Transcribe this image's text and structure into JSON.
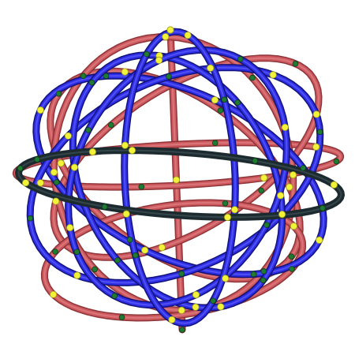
{
  "scene": {
    "background": "#ffffff",
    "colors": {
      "red_tube": "#cd5a5f",
      "red_tube_dark": "#8e3438",
      "red_tube_light": "#e58d90",
      "blue_tube": "#2e2ee6",
      "blue_tube_dark": "#12127a",
      "blue_tube_light": "#6d6dff",
      "dark_tube": "#1c2b2f",
      "joint_yellow": "#f2f23a",
      "joint_green": "#1f7a32"
    },
    "tubes": [
      {
        "id": "red-vertical-axis",
        "color": "red"
      },
      {
        "id": "red-equator-ellipse",
        "color": "red"
      },
      {
        "id": "red-tilted-ellipse-1",
        "color": "red"
      },
      {
        "id": "red-tilted-ellipse-2",
        "color": "red"
      },
      {
        "id": "red-tilted-ellipse-3",
        "color": "red"
      },
      {
        "id": "red-lower-ring",
        "color": "red"
      },
      {
        "id": "blue-tilted-ellipse-1",
        "color": "blue"
      },
      {
        "id": "blue-tilted-ellipse-2",
        "color": "blue"
      },
      {
        "id": "blue-tilted-ellipse-3",
        "color": "blue"
      },
      {
        "id": "blue-tilted-ellipse-4",
        "color": "blue"
      },
      {
        "id": "blue-vertical-ellipse",
        "color": "blue"
      },
      {
        "id": "dark-horizontal-ellipse",
        "color": "dark"
      }
    ]
  }
}
